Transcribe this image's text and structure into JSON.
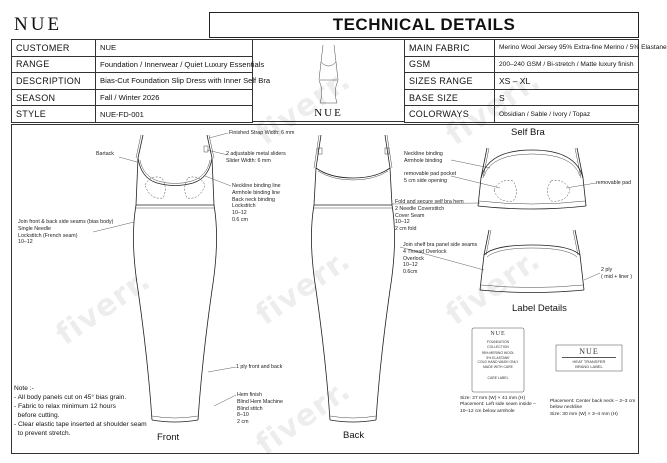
{
  "brand": "NUE",
  "title": "TECHNICAL DETAILS",
  "spec_left": [
    {
      "key": "CUSTOMER",
      "value": "NUE"
    },
    {
      "key": "RANGE",
      "value": "Foundation / Innerwear / Quiet Luxury Essentials"
    },
    {
      "key": "DESCRIPTION",
      "value": "Bias-Cut Foundation Slip Dress with Inner Self Bra"
    },
    {
      "key": "SEASON",
      "value": "Fall / Winter 2026"
    },
    {
      "key": "STYLE",
      "value": "NUE-FD-001"
    }
  ],
  "spec_right": [
    {
      "key": "MAIN FABRIC",
      "value": "Merino Wool Jersey 95% Extra-fine Merino / 5% Elastane"
    },
    {
      "key": "GSM",
      "value": "200–240 GSM / Bi-stretch / Matte luxury finish"
    },
    {
      "key": "SIZES RANGE",
      "value": "XS – XL"
    },
    {
      "key": "BASE SIZE",
      "value": "S"
    },
    {
      "key": "COLORWAYS",
      "value": "Obsidian / Sable / Ivory / Topaz"
    }
  ],
  "logo_label": "NUE",
  "front_label": "Front",
  "back_label": "Back",
  "self_bra_label": "Self Bra",
  "label_details_title": "Label Details",
  "callouts": {
    "strap": "Finished Strap Width: 6 mm",
    "bartack": "Bartack",
    "sliders": [
      "2 adjustable metal sliders",
      "Slider Width: 6 mm"
    ],
    "neckline_front": [
      "Neckline binding line",
      "Armhole binding line",
      "Back neck binding",
      "Lockstitch",
      "10–12",
      "0.6 cm"
    ],
    "side_seams": [
      "Join front & back side seams (bias body)",
      "Single Needle",
      "Lockstitch (French seam)",
      "10–12"
    ],
    "ply": "1 ply front and back",
    "hem": [
      "Hem finish",
      "Blind Hem Machine",
      "Blind stitch",
      "8–10",
      "2 cm"
    ],
    "bra_neckline": [
      "Neckline binding",
      "Armhole binding"
    ],
    "pad_pocket": [
      "removable pad pocket",
      "5 cm side opening"
    ],
    "removable_pad": "removable pad",
    "bra_hem": [
      "Fold and secure self bra hem",
      "2 Needle Coverstitch",
      "Cover Seam",
      "10–12",
      "2 cm fold"
    ],
    "bra_side": [
      "Join shelf bra panel side seams",
      "4 Thread Overlock",
      "Overlock",
      "10–12",
      "0.6cm"
    ],
    "bra_ply": [
      "2 ply",
      "( mid + liner )"
    ]
  },
  "notes": [
    "Note :-",
    "- All body panels cut on 45° bias grain.",
    "- Fabric to relax minimum 12 hours",
    "  before cutting.",
    "- Clear elastic tape inserted at shoulder seam",
    "  to prevent stretch."
  ],
  "label_main": {
    "brand": "NUE",
    "lines": [
      "FOUNDATION",
      "COLLECTION",
      "95% MERINO WOOL",
      "5% ELASTANE",
      "COLD HAND WASH ONLY",
      "MADE WITH CARE"
    ],
    "footer": "CARE LABEL",
    "caption": [
      "Size: 27 mm (W) × 41 mm (H)",
      "Placement: Left side seam inside –",
      "10–12 cm below armhole"
    ]
  },
  "label_heat": {
    "brand": "NUE",
    "lines": [
      "HEAT TRANSFER",
      "BRAND LABEL"
    ],
    "caption": [
      "Placement: Center back neck – 2–3 cm",
      "below neckline",
      "Size: 30 mm (W) × 3–4 mm (H)"
    ]
  },
  "watermark": "fiverr."
}
